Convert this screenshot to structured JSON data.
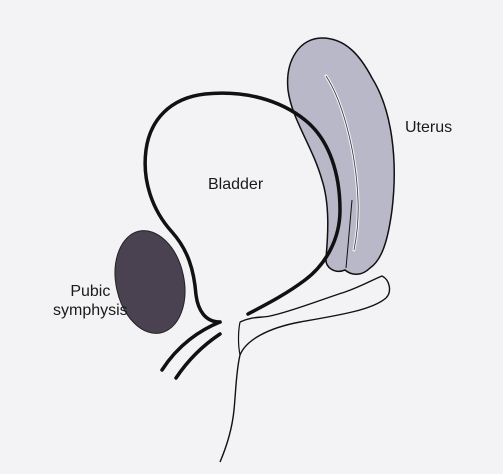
{
  "labels": {
    "bladder": "Bladder",
    "uterus": "Uterus",
    "pubic_symphysis_line1": "Pubic",
    "pubic_symphysis_line2": "symphysis"
  },
  "colors": {
    "background": "#f3f2f5",
    "outline": "#111111",
    "uterus_fill": "#b8b8c8",
    "pubic_symphysis_fill": "#4a4250"
  }
}
